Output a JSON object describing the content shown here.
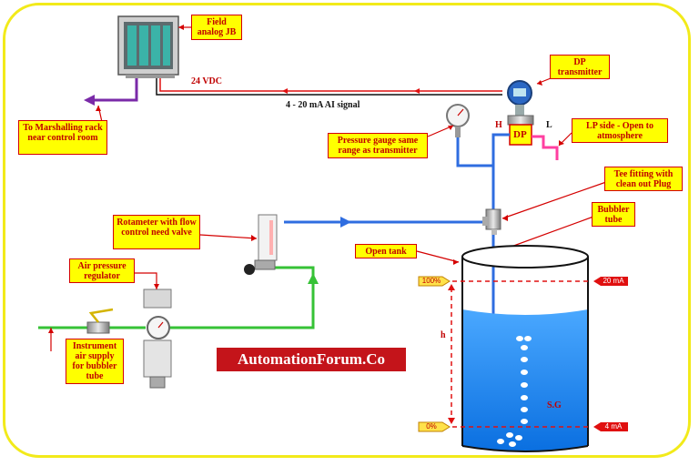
{
  "callouts": {
    "field_jb": "Field analog JB",
    "marshalling": "To Marshalling rack near control room",
    "dp_transmitter": "DP transmitter",
    "lp_side": "LP side - Open to atmosphere",
    "pressure_gauge": "Pressure gauge same range as transmitter",
    "tee_fitting": "Tee fitting with clean out Plug",
    "bubbler_tube": "Bubbler tube",
    "rotameter": "Rotameter with flow control need valve",
    "air_regulator": "Air pressure regulator",
    "instrument_air": "Instrument air supply for bubbler tube",
    "open_tank": "Open tank"
  },
  "labels": {
    "vdc": "24 VDC",
    "signal": "4 - 20 mA AI signal",
    "h_port": "H",
    "l_port": "L",
    "dp": "DP",
    "height": "h",
    "sg": "S.G",
    "level_100": "100%",
    "level_0": "0%",
    "ma_20": "20 mA",
    "ma_4": "4 mA"
  },
  "banner": "AutomationForum.Co",
  "colors": {
    "frame": "#f2ea1a",
    "air_line": "#36c236",
    "signal_line_blue": "#2f6de0",
    "cable_red": "#e01010",
    "marshalling_arrow": "#7a2aa8",
    "water": "#1e90ff",
    "callout_bg": "#ffff00",
    "callout_text": "#c00000"
  }
}
